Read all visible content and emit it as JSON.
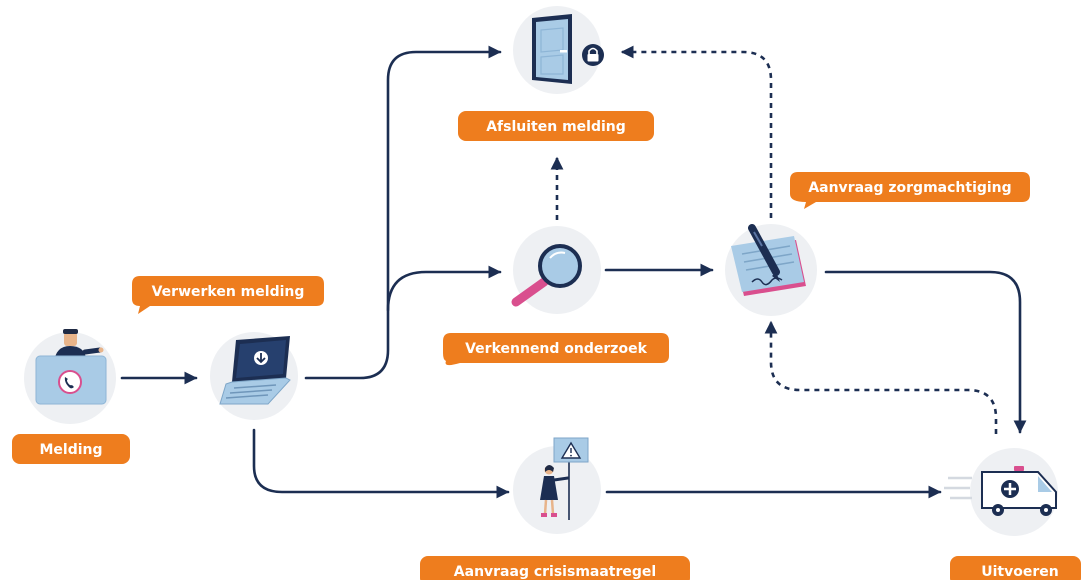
{
  "labels": {
    "melding": "Melding",
    "verwerken_melding": "Verwerken melding",
    "afsluiten_melding": "Afsluiten melding",
    "verkennend_onderzoek": "Verkennend onderzoek",
    "aanvraag_zorgmachtiging": "Aanvraag zorgmachtiging",
    "aanvraag_crisismaatregel": "Aanvraag crisismaatregel",
    "uitvoeren": "Uitvoeren"
  },
  "colors": {
    "accent": "#ee7d1e",
    "line": "#1c2e52",
    "node_bg": "#eef0f3"
  },
  "icons": {
    "melding": "person-laptop-phone-icon",
    "verwerken_melding": "laptop-download-icon",
    "afsluiten_melding": "door-lock-icon",
    "verkennend_onderzoek": "magnifier-icon",
    "aanvraag_zorgmachtiging": "pen-document-icon",
    "aanvraag_crisismaatregel": "woman-warning-sign-icon",
    "uitvoeren": "ambulance-icon"
  }
}
